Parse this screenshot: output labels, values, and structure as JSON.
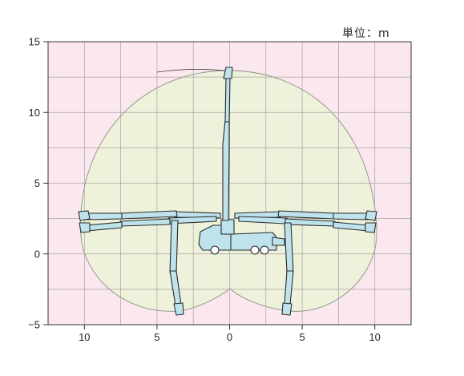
{
  "unit_label": "単位：m",
  "axes": {
    "x_range": [
      -12.5,
      12.5
    ],
    "y_range": [
      -5,
      15
    ],
    "x_ticks": [
      {
        "value": -10,
        "label": "10"
      },
      {
        "value": -5,
        "label": "5"
      },
      {
        "value": 0,
        "label": "0"
      },
      {
        "value": 5,
        "label": "5"
      },
      {
        "value": 10,
        "label": "10"
      }
    ],
    "y_ticks": [
      {
        "value": 15,
        "label": "15"
      },
      {
        "value": 10,
        "label": "10"
      },
      {
        "value": 5,
        "label": "5"
      },
      {
        "value": 0,
        "label": "0"
      },
      {
        "value": -5,
        "label": "−5"
      }
    ],
    "grid_step_x": 2.5,
    "grid_step_y": 2.5
  },
  "colors": {
    "grid_background": "#fbe8ee",
    "grid_line": "#a9a1a6",
    "work_area_fill": "#eef2da",
    "work_area_stroke": "#8d8f88",
    "boom_fill": "#bfe3ec",
    "boom_stroke": "#2b2b2b",
    "axis": "#333333"
  }
}
